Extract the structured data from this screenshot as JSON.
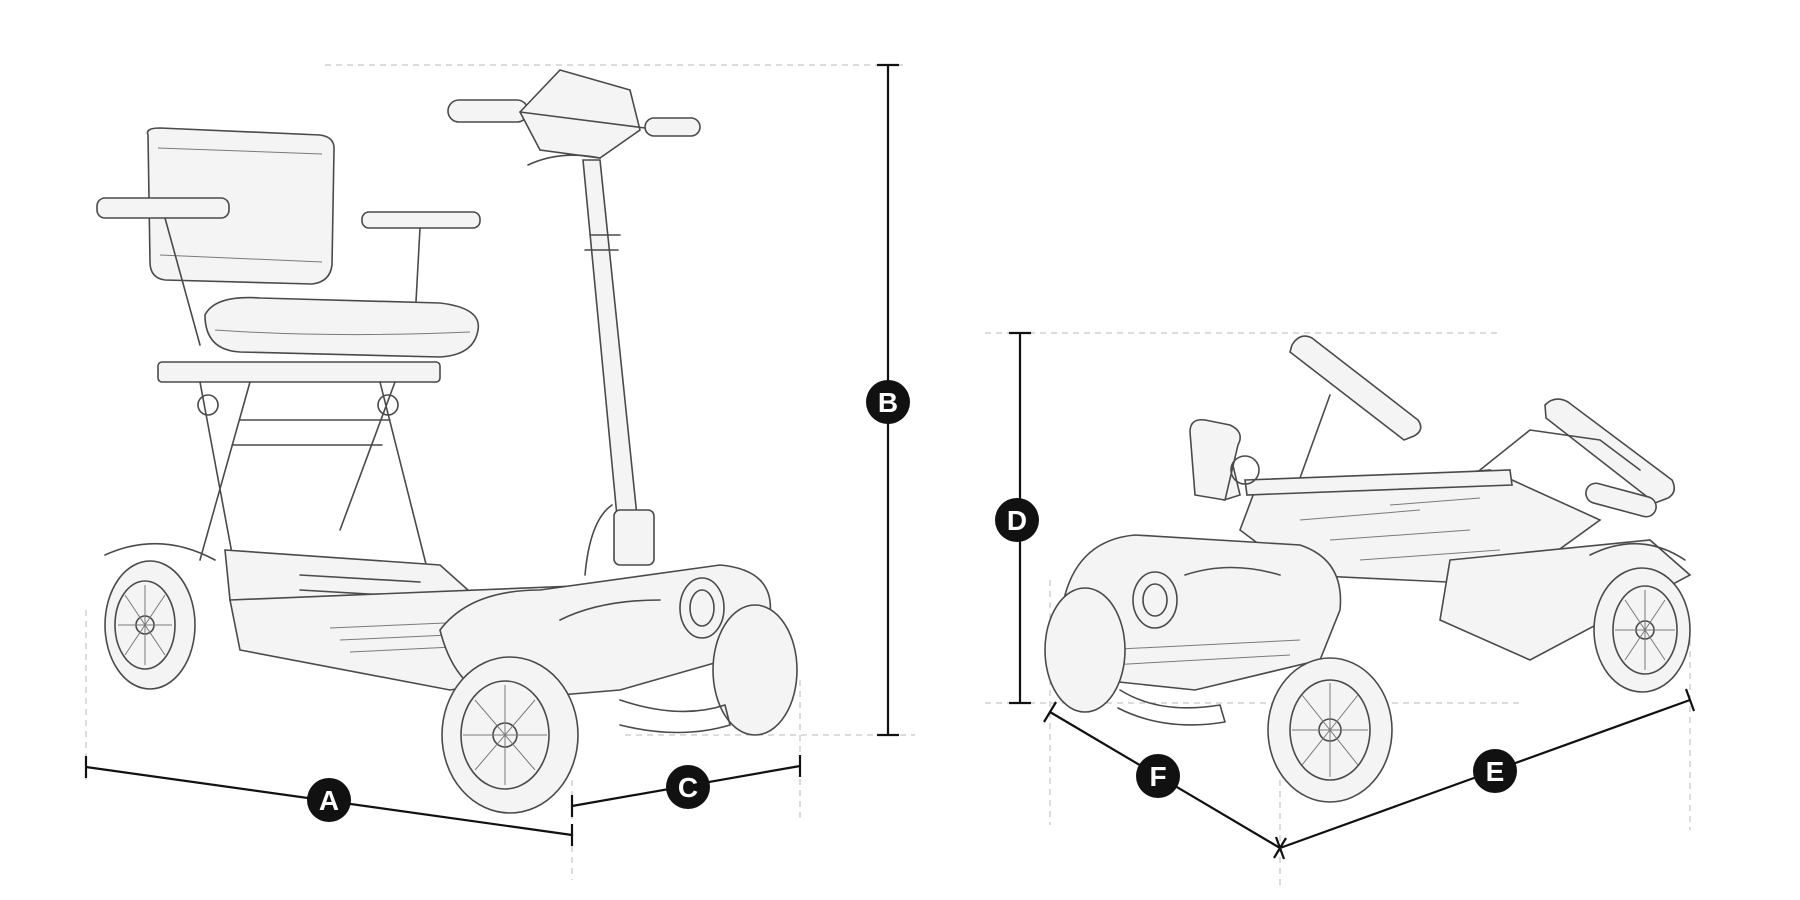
{
  "colors": {
    "badge_fill": "#111111",
    "badge_text": "#ffffff",
    "sketch_stroke": "#4a4a4a",
    "guide_stroke": "#b8b8b8"
  },
  "icons": {
    "unfolded_scooter": "mobility-scooter-unfolded-sketch",
    "folded_scooter": "mobility-scooter-folded-sketch"
  },
  "dimensions": {
    "A": "A",
    "B": "B",
    "C": "C",
    "D": "D",
    "E": "E",
    "F": "F"
  }
}
